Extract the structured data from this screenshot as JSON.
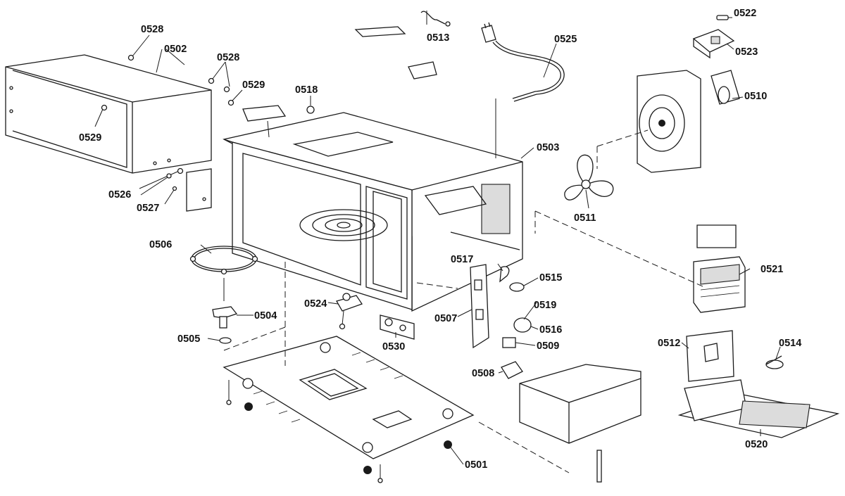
{
  "diagram": {
    "type": "exploded-parts-view",
    "part_labels": {
      "p0501": "0501",
      "p0502": "0502",
      "p0503": "0503",
      "p0504": "0504",
      "p0505": "0505",
      "p0506": "0506",
      "p0507": "0507",
      "p0508": "0508",
      "p0509": "0509",
      "p0510": "0510",
      "p0511": "0511",
      "p0512": "0512",
      "p0513": "0513",
      "p0514": "0514",
      "p0515": "0515",
      "p0516": "0516",
      "p0517": "0517",
      "p0518": "0518",
      "p0519": "0519",
      "p0520": "0520",
      "p0521": "0521",
      "p0522": "0522",
      "p0523": "0523",
      "p0524": "0524",
      "p0525": "0525",
      "p0526": "0526",
      "p0527": "0527",
      "p0528a": "0528",
      "p0528b": "0528",
      "p0529a": "0529",
      "p0529b": "0529",
      "p0530": "0530"
    }
  }
}
